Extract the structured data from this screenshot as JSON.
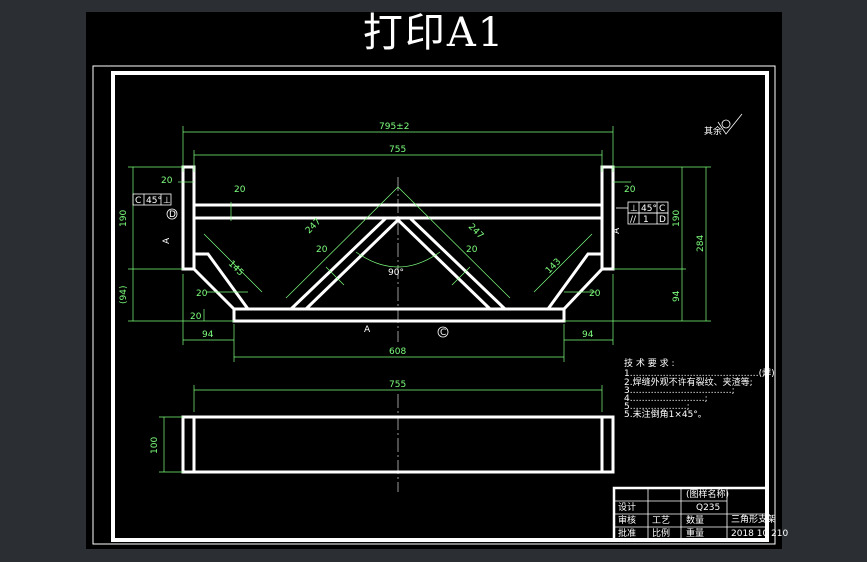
{
  "title": "打印A1",
  "roughness_note": "其余",
  "dimensions": {
    "overall": "795±2",
    "top_width": "755",
    "bottom_width": "608",
    "bottom_left": "94",
    "bottom_right": "94",
    "left_height": "190",
    "left_height_paren": "(94)",
    "right_height": "190",
    "right_lower": "94",
    "right_total": "284",
    "end_20_top_left": "20",
    "end_20_top_right": "20",
    "bar_20_left": "20",
    "bar_20_mid_left": "20",
    "bar_20_mid_right": "20",
    "bar_20_lower_left": "20",
    "bar_20_bottom_left": "20",
    "bar_20_lower_right": "20",
    "diag_left": "247",
    "diag_right": "247",
    "brace_left": "145",
    "brace_right": "143",
    "angle": "90°",
    "side_width": "755",
    "side_height": "100"
  },
  "markers": {
    "datum_d_left": "D",
    "datum_c_bottom": "C",
    "section_a_left": "A",
    "section_a_right": "A",
    "section_a_bottom": "A"
  },
  "tolerance_left": [
    "C",
    "45°",
    "⊥"
  ],
  "tolerance_right": [
    [
      "⊥",
      "45°",
      "C"
    ],
    [
      "//",
      "1",
      "D"
    ]
  ],
  "tech_requirements": {
    "heading": "技 术 要 求 :",
    "lines": [
      "1.……………………………………(焊)",
      "2.焊缝外观不许有裂纹、夹渣等;",
      "3.……………………………;",
      "4.……………………;",
      "5.………………;",
      "5.未注倒角1×45°。"
    ]
  },
  "title_block": {
    "cells": [
      "(图样名称)",
      "设计",
      "Q235",
      "三角形支架",
      "审核",
      "工艺",
      "批准",
      "比例",
      "数量",
      "重量",
      "2018 10 210"
    ]
  }
}
